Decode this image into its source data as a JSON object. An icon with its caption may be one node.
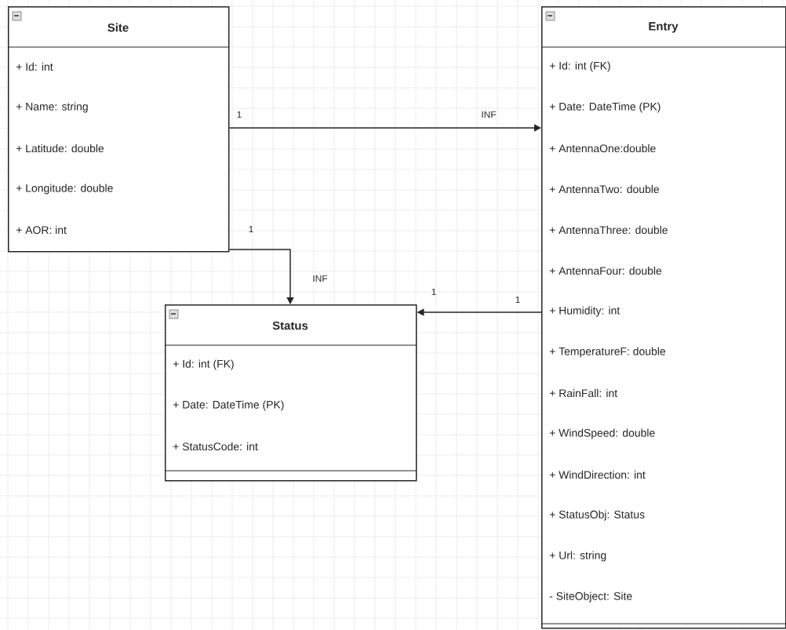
{
  "diagram": {
    "nodes": [
      {
        "text": [
          "Site",
          "+ Id: int",
          "+ Name: string",
          "+ Latitude: double",
          "+ Longitude: double",
          "+ AOR: int"
        ]
      },
      {
        "text": [
          "Entry",
          "+ Id: int (FK)",
          "+ Date: DateTime (PK)",
          "+ AntennaOne:double",
          "+ AntennaTwo: double",
          "+ AntennaThree: double",
          "+ AntennaFour: double",
          "+ Humidity: int",
          "+ TemperatureF: double",
          "+ RainFall: int",
          "+ WindSpeed: double",
          "+ WindDirection: int",
          "+ StatusObj: Status",
          "+ Url: string",
          "- SiteObject: Site"
        ]
      },
      {
        "text": [
          "Status",
          "+ Id: int (FK)",
          "+ Date: DateTime (PK)",
          "+ StatusCode: int"
        ]
      }
    ],
    "edges": [
      {
        "from": 0,
        "to": 1,
        "arrow": "to"
      },
      {
        "from": 0,
        "to": 2,
        "arrow": "to"
      },
      {
        "from": 1,
        "to": 2,
        "arrow": "to"
      }
    ],
    "labels": [
      "1",
      "INF",
      "1",
      "INF",
      "1",
      "1"
    ]
  }
}
